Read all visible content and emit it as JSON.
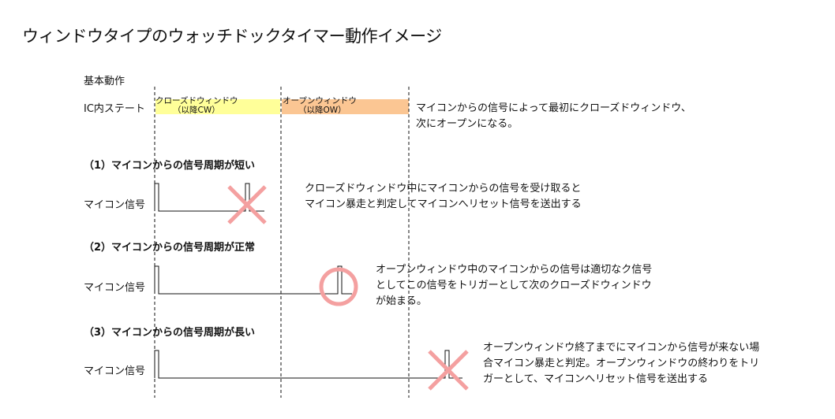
{
  "title": "ウィンドウタイプのウォッチドックタイマー動作イメージ",
  "basic_label": "基本動作",
  "ic_state_label": "IC内ステート",
  "phases": [
    {
      "label_line1": "クローズドウィンドウ",
      "label_line2": "（以降CW）",
      "color": "#FFFF99"
    },
    {
      "label_line1": "オープンウィンドウ",
      "label_line2": "（以降OW）",
      "color": "#FBC693"
    }
  ],
  "basic_note": [
    "マイコンからの信号によって最初にクローズドウィンドウ、",
    "次にオープンになる。"
  ],
  "cases": [
    {
      "heading": "（1）マイコンからの信号周期が短い",
      "signal_label": "マイコン信号",
      "mark": "cross",
      "description": [
        "クローズドウィンドウ中にマイコンからの信号を受け取ると",
        "マイコン暴走と判定してマイコンへリセット信号を送出する"
      ]
    },
    {
      "heading": "（2）マイコンからの信号周期が正常",
      "signal_label": "マイコン信号",
      "mark": "circle",
      "description": [
        "オープンウィンドウ中のマイコンからの信号は適切なク信号",
        "としてこの信号をトリガーとして次のクローズドウィンドウ",
        "が始まる。"
      ]
    },
    {
      "heading": "（3）マイコンからの信号周期が長い",
      "signal_label": "マイコン信号",
      "mark": "cross",
      "description": [
        "オープンウィンドウ終了までにマイコンから信号が来ない場",
        "合マイコン暴走と判定。オープンウィンドウの終わりをトリ",
        "ガーとして、マイコンへリセット信号を送出する"
      ]
    }
  ],
  "colors": {
    "cross": "#F4A0A0",
    "circle": "#F4A0A0",
    "line": "#111111"
  }
}
